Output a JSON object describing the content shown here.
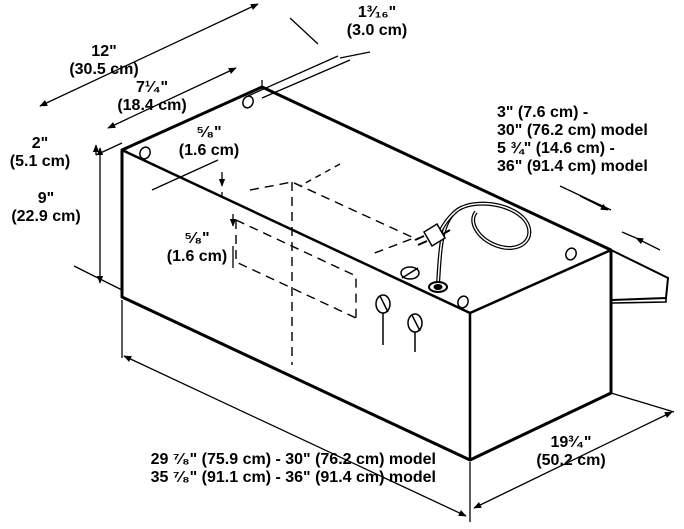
{
  "dimensions": {
    "depth_total": {
      "imperial": "12\"",
      "metric": "(30.5 cm)"
    },
    "depth_partial": {
      "imperial": "7¹⁄₄\"",
      "metric": "(18.4 cm)"
    },
    "top_offset": {
      "imperial": "1³⁄₁₆\"",
      "metric": "(3.0 cm)"
    },
    "hole_depth_offset": {
      "imperial": "⁵⁄₈\"",
      "metric": "(1.6 cm)"
    },
    "hole_side_offset": {
      "imperial": "⁵⁄₈\"",
      "metric": "(1.6 cm)"
    },
    "back_lip": {
      "imperial": "2\"",
      "metric": "(5.1 cm)"
    },
    "height": {
      "imperial": "9\"",
      "metric": "(22.9 cm)"
    },
    "duct_offset": {
      "line1": "3\" (7.6 cm) -",
      "line2": "30\" (76.2 cm) model",
      "line3": "5 ¾\" (14.6 cm) -",
      "line4": "36\" (91.4 cm) model"
    },
    "width": {
      "line1": "29 ⁷⁄₈\" (75.9 cm) - 30\" (76.2 cm) model",
      "line2": "35 ⁷⁄₈\" (91.1 cm) - 36\" (91.4 cm) model"
    },
    "front_depth": {
      "imperial": "19³⁄₄\"",
      "metric": "(50.2 cm)"
    }
  }
}
